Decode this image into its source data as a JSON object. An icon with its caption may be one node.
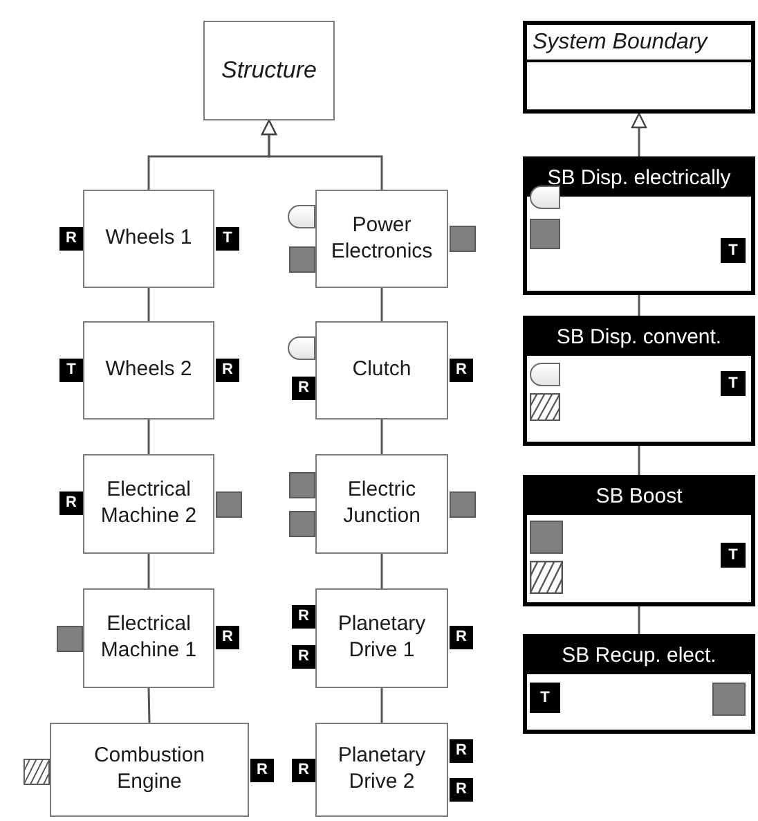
{
  "diagram": {
    "nodes": [
      {
        "text": [
          "Structure"
        ]
      },
      {
        "text": [
          "System Boundary"
        ]
      },
      {
        "text": [
          "Wheels 1"
        ],
        "beside": [
          "R",
          "T"
        ]
      },
      {
        "text": [
          "Power Electronics"
        ]
      },
      {
        "text": [
          "SB Disp. electrically",
          "T"
        ]
      },
      {
        "text": [
          "Wheels 2"
        ],
        "beside": [
          "T",
          "R"
        ]
      },
      {
        "text": [
          "Clutch"
        ],
        "beside": [
          "R",
          "R"
        ]
      },
      {
        "text": [
          "SB Disp. convent.",
          "T"
        ]
      },
      {
        "text": [
          "Electrical Machine 2"
        ],
        "beside": [
          "R"
        ]
      },
      {
        "text": [
          "Electric Junction"
        ]
      },
      {
        "text": [
          "SB Boost",
          "T"
        ]
      },
      {
        "text": [
          "Electrical Machine 1"
        ],
        "beside": [
          "R"
        ]
      },
      {
        "text": [
          "Planetary Drive 1"
        ],
        "beside": [
          "R",
          "R",
          "R"
        ]
      },
      {
        "text": [
          "SB Recup. elect.",
          "T"
        ]
      },
      {
        "text": [
          "Combustion Engine"
        ],
        "beside": [
          "R"
        ]
      },
      {
        "text": [
          "Planetary Drive 2"
        ],
        "beside": [
          "R",
          "R",
          "R"
        ]
      }
    ],
    "edges": [
      {
        "from": 2,
        "to": 0,
        "arrow": "to"
      },
      {
        "from": 3,
        "to": 0,
        "arrow": "to"
      },
      {
        "from": 2,
        "to": 5,
        "arrow": "none"
      },
      {
        "from": 5,
        "to": 8,
        "arrow": "none"
      },
      {
        "from": 8,
        "to": 11,
        "arrow": "none"
      },
      {
        "from": 11,
        "to": 14,
        "arrow": "none"
      },
      {
        "from": 3,
        "to": 6,
        "arrow": "none"
      },
      {
        "from": 6,
        "to": 9,
        "arrow": "none"
      },
      {
        "from": 9,
        "to": 12,
        "arrow": "none"
      },
      {
        "from": 12,
        "to": 15,
        "arrow": "none"
      },
      {
        "from": 4,
        "to": 1,
        "arrow": "to"
      },
      {
        "from": 4,
        "to": 7,
        "arrow": "none"
      },
      {
        "from": 7,
        "to": 10,
        "arrow": "none"
      },
      {
        "from": 10,
        "to": 13,
        "arrow": "none"
      }
    ]
  }
}
